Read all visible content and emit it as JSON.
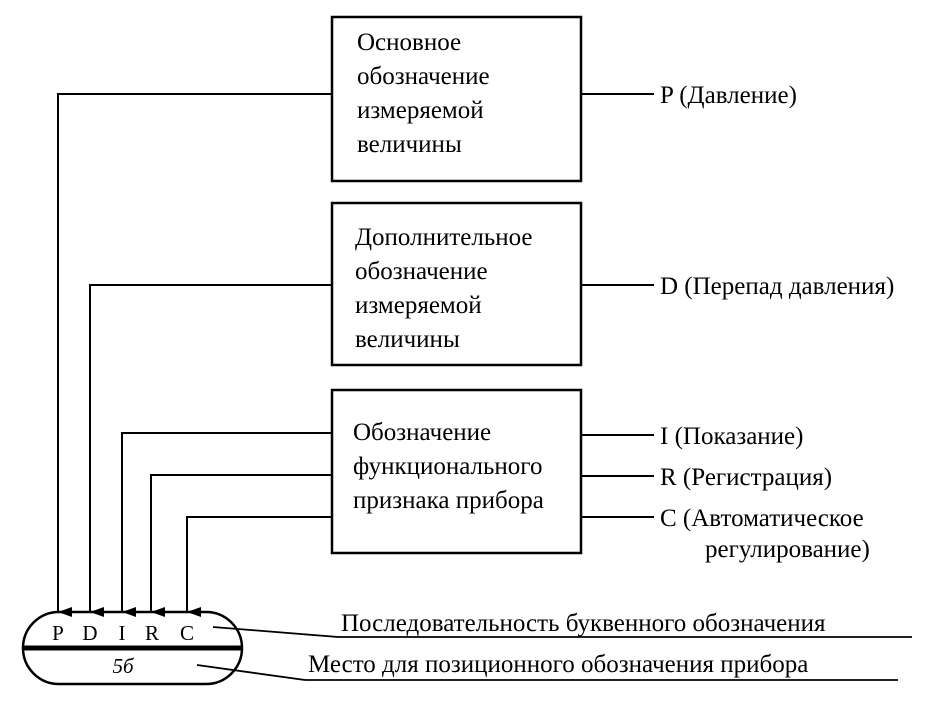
{
  "boxes": {
    "main": [
      "Основное",
      "обозначение",
      "измеряемой",
      "величины"
    ],
    "additional": [
      "Дополнительное",
      "обозначение",
      "измеряемой",
      "величины"
    ],
    "functional": [
      "Обозначение",
      "функционального",
      "признака прибора"
    ]
  },
  "outputs": {
    "p": "P (Давление)",
    "d": "D (Перепад давления)",
    "i": "I (Показание)",
    "r": "R (Регистрация)",
    "c_line1": "C (Автоматическое",
    "c_line2": "регулирование)"
  },
  "tag": {
    "letters": [
      "P",
      "D",
      "I",
      "R",
      "C"
    ],
    "position": "5б"
  },
  "callouts": {
    "sequence": "Последовательность буквенного обозначения",
    "place": "Место для позиционного обозначения прибора"
  }
}
